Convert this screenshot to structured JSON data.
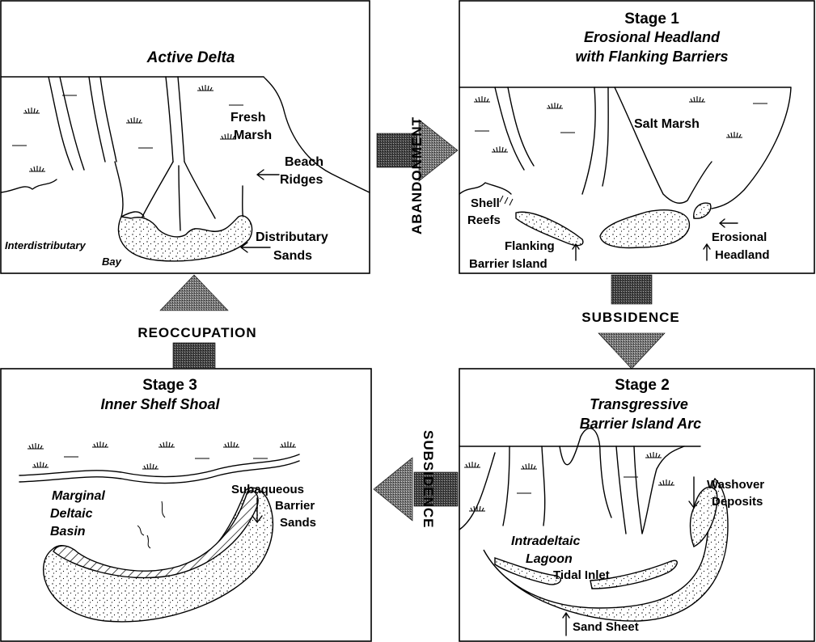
{
  "panels": {
    "active_delta": {
      "title": "Active Delta",
      "labels": {
        "fresh": "Fresh",
        "marsh": "Marsh",
        "beach": "Beach",
        "ridges": "Ridges",
        "distributary": "Distributary",
        "sands": "Sands",
        "interdistributary": "Interdistributary",
        "bay": "Bay"
      }
    },
    "stage1": {
      "title": "Stage 1",
      "subtitle_line1": "Erosional Headland",
      "subtitle_line2": "with Flanking Barriers",
      "labels": {
        "salt_marsh": "Salt Marsh",
        "shell": "Shell",
        "reefs": "Reefs",
        "flanking": "Flanking",
        "barrier_island": "Barrier Island",
        "erosional": "Erosional",
        "headland": "Headland"
      }
    },
    "stage2": {
      "title": "Stage 2",
      "subtitle_line1": "Transgressive",
      "subtitle_line2": "Barrier Island Arc",
      "labels": {
        "washover": "Washover",
        "deposits": "Deposits",
        "intradeltaic": "Intradeltaic",
        "lagoon": "Lagoon",
        "tidal_inlet": "Tidal Inlet",
        "sand_sheet": "Sand Sheet"
      }
    },
    "stage3": {
      "title": "Stage 3",
      "subtitle": "Inner Shelf Shoal",
      "labels": {
        "marginal": "Marginal",
        "deltaic": "Deltaic",
        "basin": "Basin",
        "subaqueous": "Subaqueous",
        "barrier": "Barrier",
        "sands": "Sands"
      }
    }
  },
  "transitions": {
    "abandonment": "ABANDONMENT",
    "subsidence_right": "SUBSIDENCE",
    "subsidence_bottom": "SUBSIDENCE",
    "reoccupation": "REOCCUPATION"
  }
}
